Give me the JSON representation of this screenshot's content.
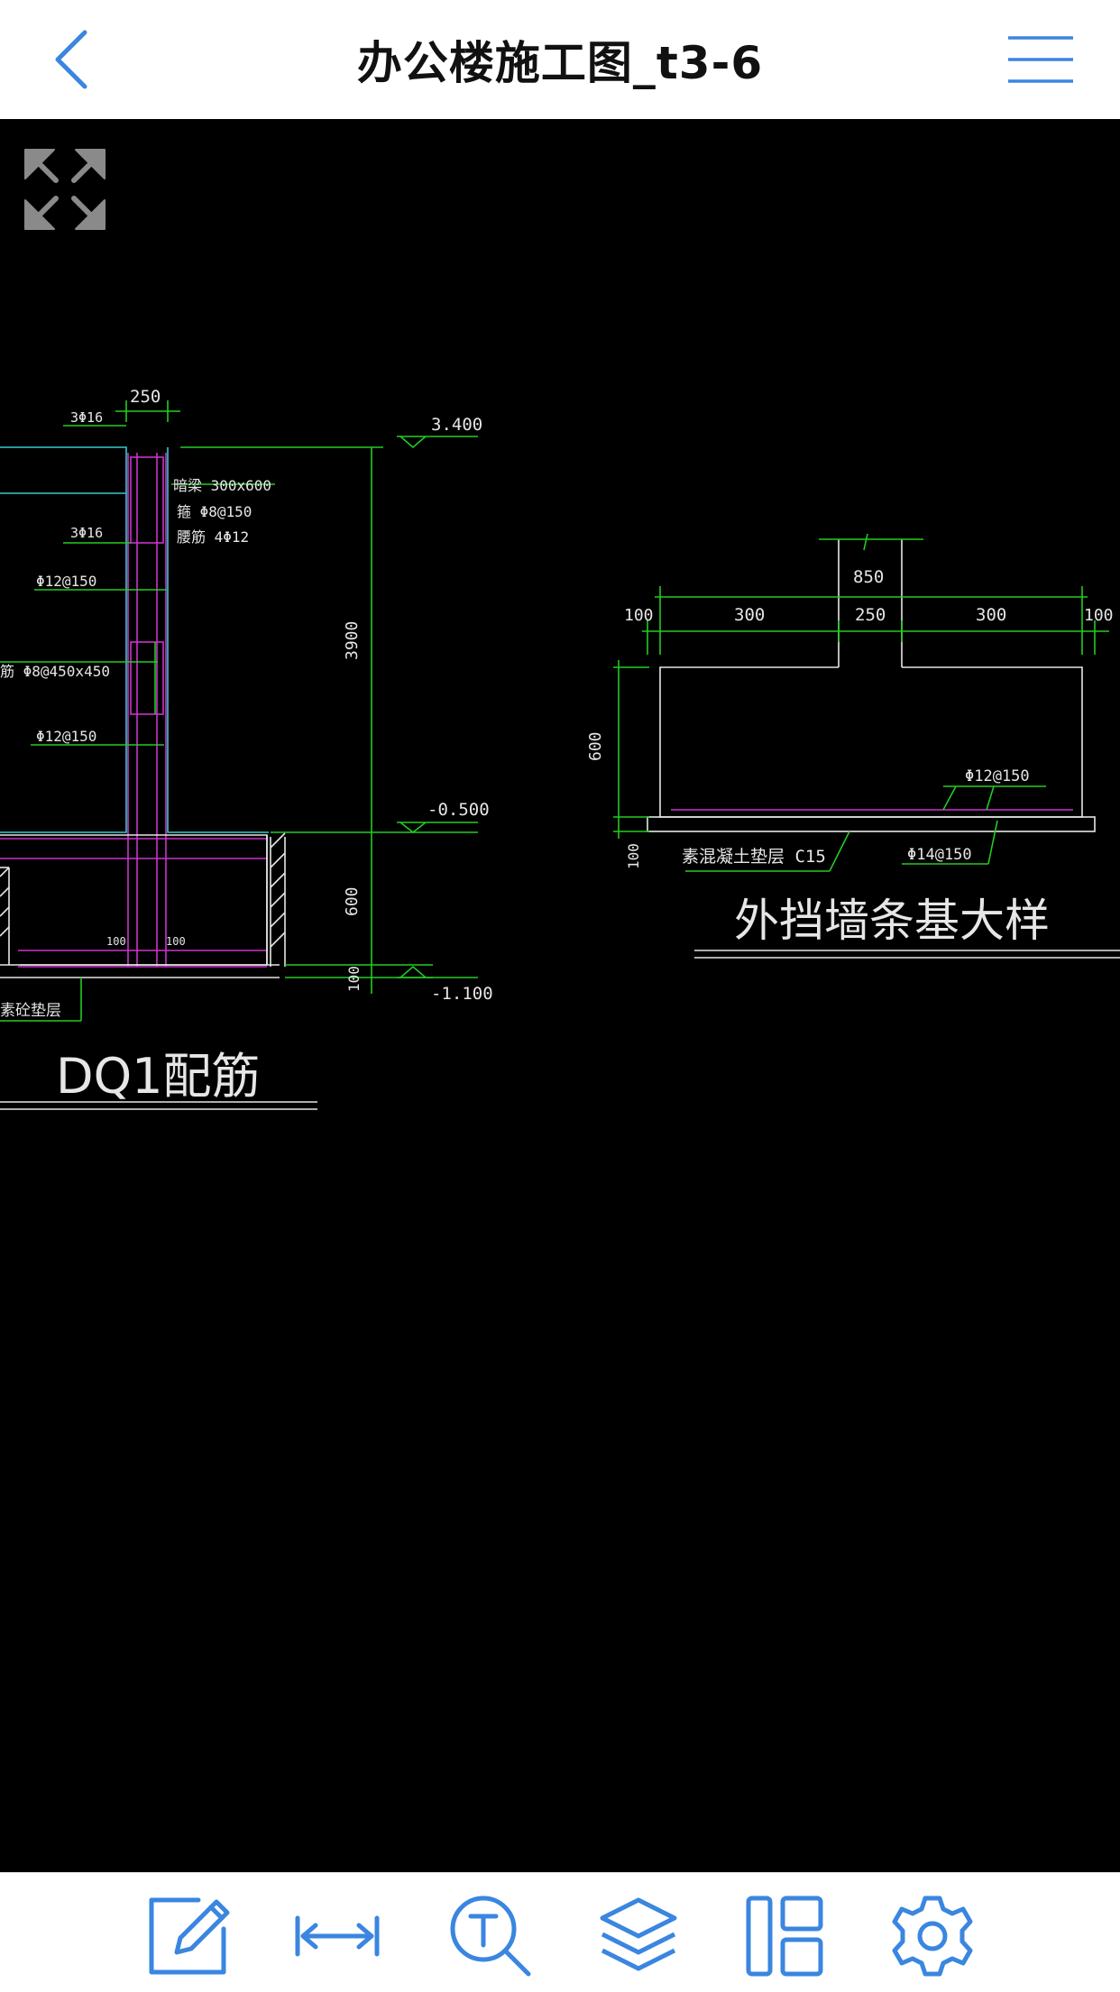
{
  "header": {
    "title": "办公楼施工图_t3-6",
    "back_icon": "chevron-left-icon",
    "menu_icon": "hamburger-menu-icon"
  },
  "colors": {
    "accent": "#3a86e0",
    "cad_green": "#22cc22",
    "cad_cyan": "#33cccc",
    "cad_magenta": "#cc33cc",
    "cad_white": "#e6e6e6"
  },
  "drawing": {
    "left": {
      "dim_top_width": "250",
      "bar_top": "3Φ16",
      "bar_mid": "3Φ16",
      "hidden_beam": "暗梁  300x600",
      "stirrup": "箍 Φ8@150",
      "waist_bar": "腰筋 4Φ12",
      "vertical_bar_1": "Φ12@150",
      "tie_bar": "筋 Φ8@450x450",
      "vertical_bar_2": "Φ12@150",
      "elev_top": "3.400",
      "elev_mid": "-0.500",
      "elev_bottom": "-1.100",
      "dim_height": "3900",
      "dim_footing": "600",
      "dim_pad": "100",
      "cover_1": "100",
      "cover_2": "100",
      "cushion_label": "素砼垫层",
      "title": "DQ1配筋"
    },
    "right": {
      "dim_total": "850",
      "dim_seg_1": "100",
      "dim_seg_2": "300",
      "dim_seg_3": "250",
      "dim_seg_4": "300",
      "dim_seg_5": "100",
      "dim_height": "600",
      "dim_pad": "100",
      "top_bar": "Φ12@150",
      "bottom_bar": "Φ14@150",
      "cushion_label": "素混凝土垫层   C15",
      "title": "外挡墙条基大样"
    }
  },
  "toolbar": {
    "items": [
      "pencil-edit-icon",
      "measure-icon",
      "text-search-icon",
      "layers-icon",
      "layout-icon",
      "settings-gear-icon"
    ]
  }
}
